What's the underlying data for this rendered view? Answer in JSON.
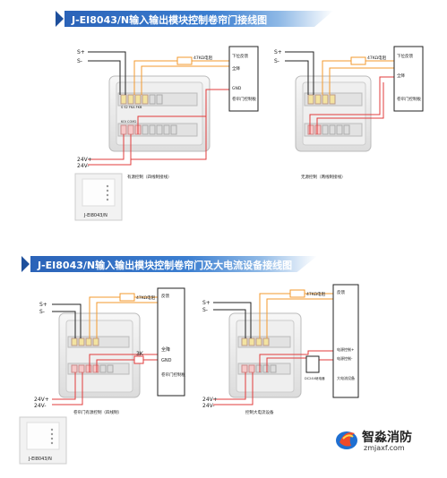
{
  "section1": {
    "title": "J-EI8043/N输入输出模块控制卷帘门接线图",
    "left": {
      "s_plus": "S+",
      "s_minus": "S-",
      "resistor": "47KΩ电阻",
      "down_feedback": "下位反馈",
      "full_down": "全降",
      "gnd": "GND",
      "panel_label": "卷帘门控制板",
      "v24p": "24V+",
      "v24m": "24V-",
      "caption": "有源控制（四线制接线）",
      "terminals_top": "S  S2  FKA  FKB",
      "terminals_bottom": "KOI COM2"
    },
    "right": {
      "s_plus": "S+",
      "s_minus": "S-",
      "resistor": "47KΩ电阻",
      "down_feedback": "下位反馈",
      "full_down": "全降",
      "panel_label": "卷帘门控制板",
      "caption": "无源控制（两线制接线）"
    },
    "device_label": "J-EI8043/N"
  },
  "section2": {
    "title": "J-EI8043/N输入输出模块控制卷帘门及大电流设备接线图",
    "left": {
      "s_plus": "S+",
      "s_minus": "S-",
      "resistor": "47KΩ电阻",
      "feedback": "反馈",
      "full_down": "全降",
      "gnd": "GND",
      "resistor_3k": "3K",
      "panel_label": "卷帘门控制板",
      "v24p": "24V+",
      "v24m": "24V-",
      "caption": "卷帘门有源控制（四线制）"
    },
    "right": {
      "s_plus": "S+",
      "s_minus": "S-",
      "resistor": "47KΩ电阻",
      "feedback": "反馈",
      "equip_ctrl_plus": "电源控制+",
      "equip_ctrl_minus": "电源控制-",
      "relay_label": "DC24V继电器",
      "equip_label": "大电流设备",
      "v24p": "24V+",
      "v24m": "24V-",
      "caption": "控制大电流设备"
    },
    "device_label": "J-EI8043/N"
  },
  "brand": {
    "name": "智淼消防",
    "url": "zmjaxf.com"
  }
}
